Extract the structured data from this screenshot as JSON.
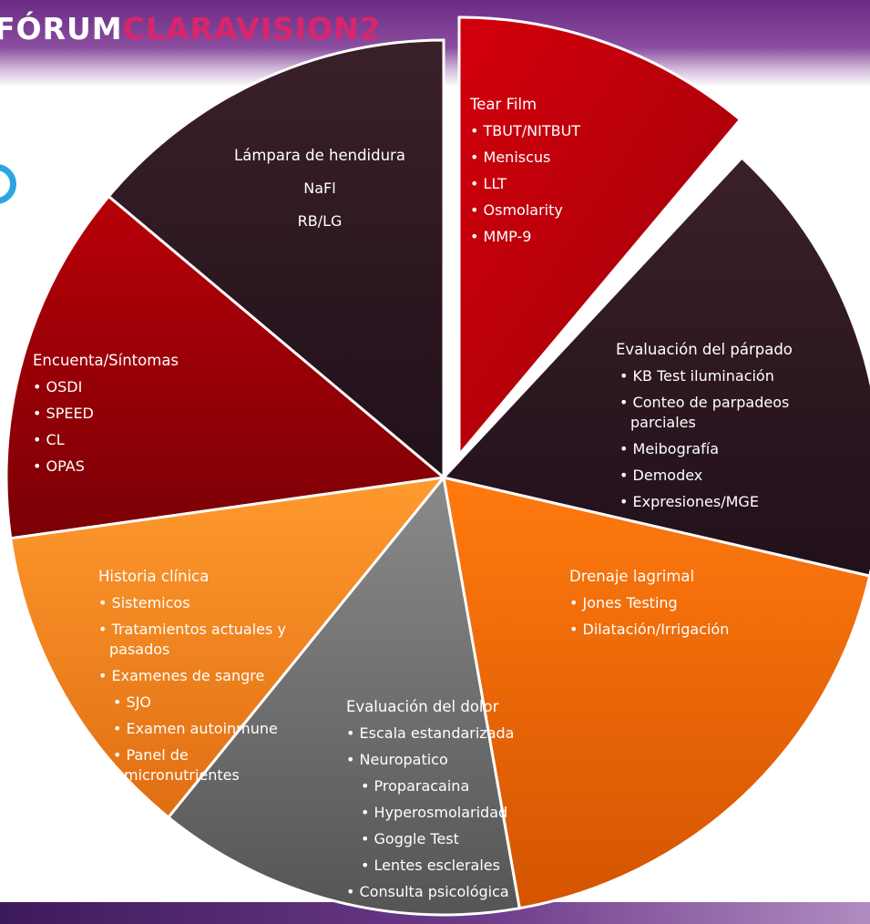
{
  "banner": {
    "word1": "FÓRUM",
    "word2": "CLARAVISION2"
  },
  "colors": {
    "tear_film": "#c8000a",
    "dark": "#2e1822",
    "red": "#b00007",
    "orange_light": "#f7902a",
    "orange": "#f37021",
    "gray": "#6f6f6f"
  },
  "segments": {
    "tear_film": {
      "title": "Tear Film",
      "items": [
        "TBUT/NITBUT",
        "Meniscus",
        "LLT",
        "Osmolarity",
        "MMP-9"
      ]
    },
    "lampara": {
      "title": "Lámpara de hendidura",
      "lines": [
        "NaFl",
        "RB/LG"
      ]
    },
    "encuesta": {
      "title": "Encuenta/Síntomas",
      "items": [
        "OSDI",
        "SPEED",
        "CL",
        "OPAS"
      ]
    },
    "parpado": {
      "title": "Evaluación del párpado",
      "items": [
        "KB Test iluminación",
        "Conteo de parpadeos parciales",
        "Meibografía",
        "Demodex",
        "Expresiones/MGE"
      ]
    },
    "drenaje": {
      "title": "Drenaje lagrimal",
      "items": [
        "Jones Testing",
        "Dilatación/Irrigación"
      ]
    },
    "historia": {
      "title": "Historia clínica",
      "items": [
        "Sistemicos",
        "Tratamientos actuales y pasados",
        "Examenes de sangre"
      ],
      "sub_items": [
        "SJO",
        "Examen autoinmune",
        "Panel de micronutrientes"
      ]
    },
    "dolor": {
      "title": "Evaluación del dolor",
      "items": [
        "Escala estandarizada",
        "Neuropatico"
      ],
      "sub_items": [
        "Proparacaina",
        "Hyperosmolaridad",
        "Goggle Test",
        "Lentes esclerales"
      ],
      "last_item": "Consulta psicológica"
    }
  }
}
